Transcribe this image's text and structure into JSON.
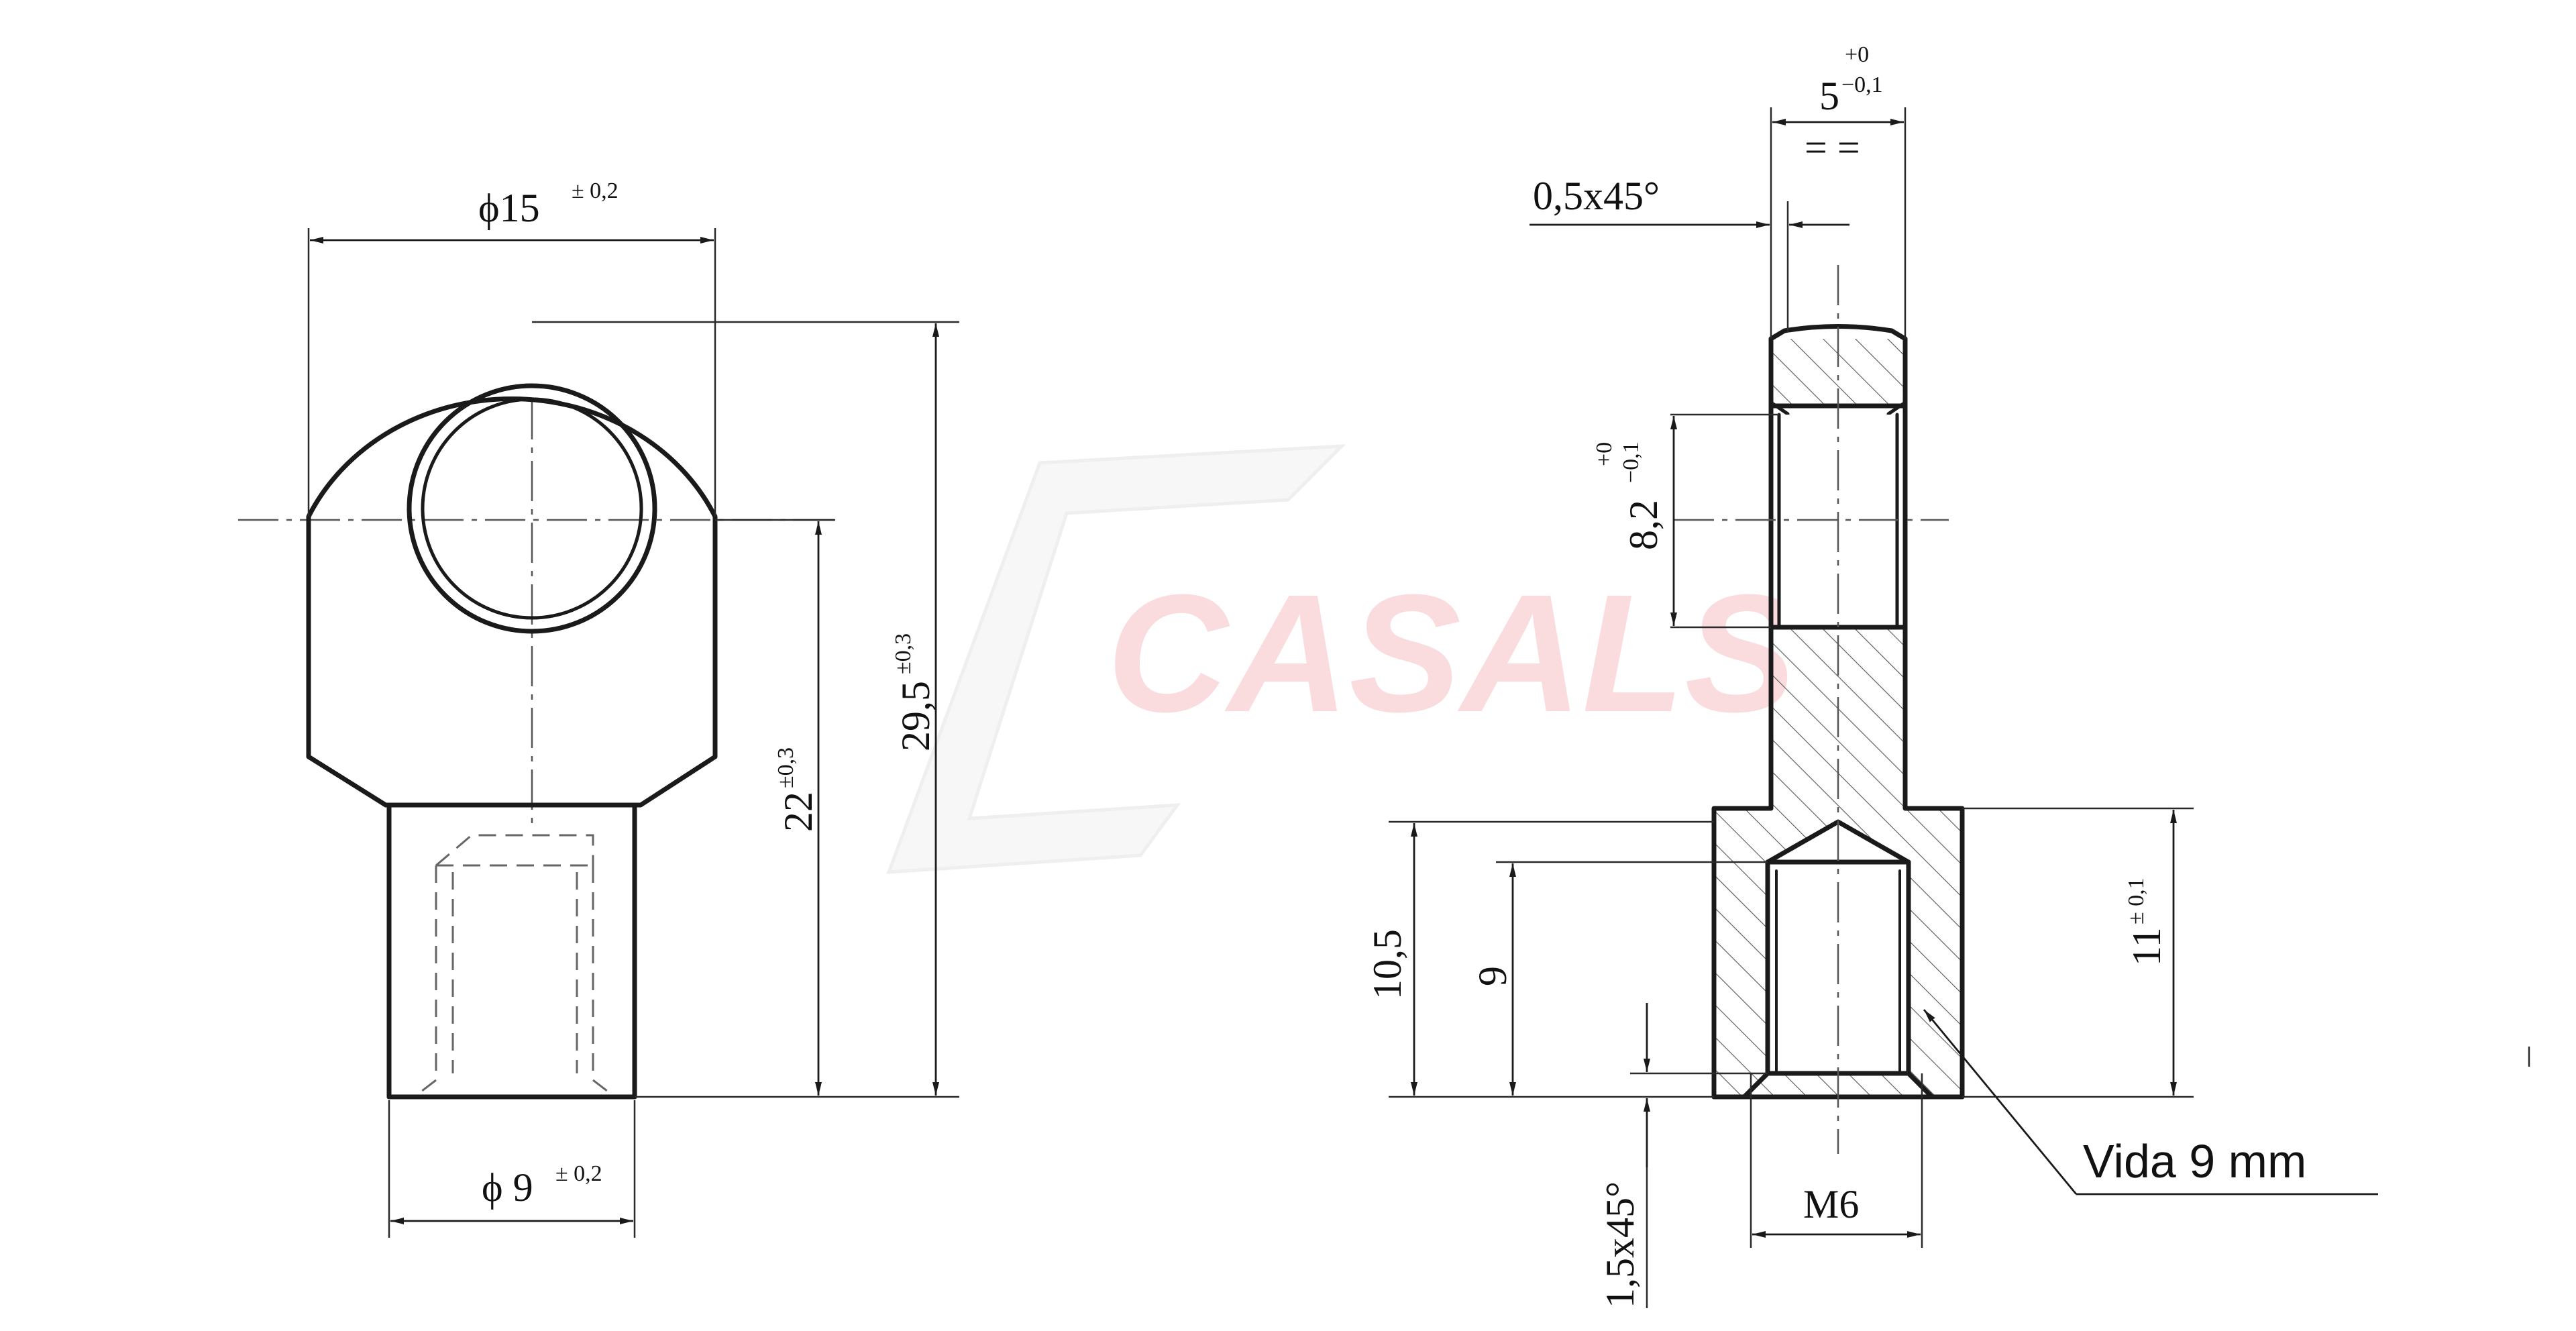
{
  "watermark": {
    "brand": "CASALS",
    "color": "#f08a94"
  },
  "left_view": {
    "outer_diameter": {
      "value": "ϕ15",
      "tolerance": "± 0,2"
    },
    "neck_diameter": {
      "value": "ϕ 9",
      "tolerance": "± 0,2"
    },
    "center_height": {
      "value": "22",
      "tolerance": "±0,3"
    },
    "total_height": {
      "value": "29,5",
      "tolerance": "±0,3"
    }
  },
  "right_view": {
    "width": {
      "value": "5",
      "upper": "+0",
      "lower": "−0,1",
      "symbol": "= ="
    },
    "top_chamfer": "0,5x45°",
    "hole_diameter": {
      "value": "8,2",
      "upper": "+0",
      "lower": "−0,1"
    },
    "body_length": "10,5",
    "thread_depth": "9",
    "bottom_chamfer": "1,5x45°",
    "thread": "M6",
    "shank_length": {
      "value": "11",
      "tolerance": "± 0,1"
    },
    "note": "Vida 9 mm"
  }
}
